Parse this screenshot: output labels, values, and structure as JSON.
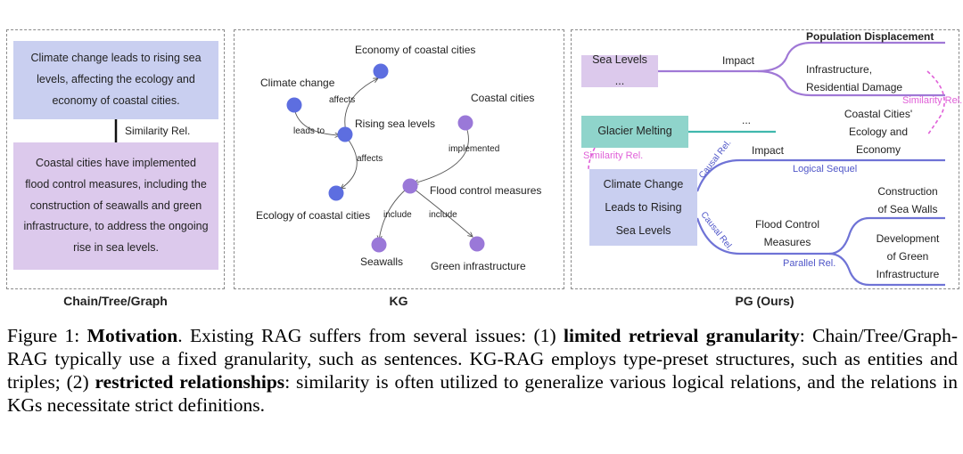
{
  "panel1": {
    "box_top": "Climate change leads to rising sea levels, affecting the ecology and economy of coastal cities.",
    "relation": "Similarity Rel.",
    "box_bottom": "Coastal cities have implemented flood control measures, including the construction of seawalls and green infrastructure, to address the ongoing rise in sea levels.",
    "label": "Chain/Tree/Graph"
  },
  "panel2": {
    "label": "KG",
    "nodes": {
      "economy": "Economy of coastal cities",
      "climate": "Climate change",
      "rising": "Rising sea levels",
      "coastal": "Coastal cities",
      "ecology": "Ecology of coastal cities",
      "flood": "Flood control measures",
      "seawalls": "Seawalls",
      "green": "Green infrastructure"
    },
    "edges": {
      "affects_top": "affects",
      "leads_to": "leads to",
      "affects_bottom": "affects",
      "implemented": "implemented",
      "include_left": "include",
      "include_right": "include"
    }
  },
  "panel3": {
    "label": "PG (Ours)",
    "population": "Population Displacement",
    "sea_levels": "Sea Levels ...",
    "impact_top": "Impact",
    "infrastructure_line1": "Infrastructure,",
    "infrastructure_line2": "Residential Damage",
    "similarity_right": "Similarity Rel.",
    "glacier": "Glacier Melting",
    "ellipsis": "...",
    "coastal_line1": "Coastal Cities'",
    "coastal_line2": "Ecology and",
    "coastal_line3": "Economy",
    "similarity_left": "Similarity Rel.",
    "impact_mid": "Impact",
    "logical_sequel": "Logical Sequel",
    "causal_top": "Causal Rel.",
    "causal_bottom": "Causal Rel.",
    "climate_line1": "Climate Change",
    "climate_line2": "Leads to Rising",
    "climate_line3": "Sea Levels",
    "flood_line1": "Flood Control",
    "flood_line2": "Measures",
    "seawalls_line1": "Construction",
    "seawalls_line2": "of Sea Walls",
    "green_line1": "Development",
    "green_line2": "of Green",
    "green_line3": "Infrastructure",
    "parallel": "Parallel Rel."
  },
  "caption": {
    "prefix": "Figure 1: ",
    "motivation": "Motivation",
    "part1": ". Existing RAG suffers from several issues: (1) ",
    "limited": "limited retrieval granularity",
    "part2": ": Chain/Tree/Graph-RAG typically use a fixed granularity, such as sentences. KG-RAG employs type-preset structures, such as entities and triples; (2) ",
    "restricted": "restricted relationships",
    "part3": ": similarity is often utilized to generalize various logical relations, and the relations in KGs necessitate strict definitions."
  },
  "colors": {
    "blue_box": "#c9cff0",
    "purple_box": "#dcc9ec",
    "teal_box": "#8fd4cb",
    "node_blue": "#5d6ee0",
    "node_purple": "#9a78d8",
    "line_blue": "#6f73d6",
    "line_purple": "#a078d6",
    "line_teal": "#40b8ad",
    "pink": "#e060d8"
  }
}
